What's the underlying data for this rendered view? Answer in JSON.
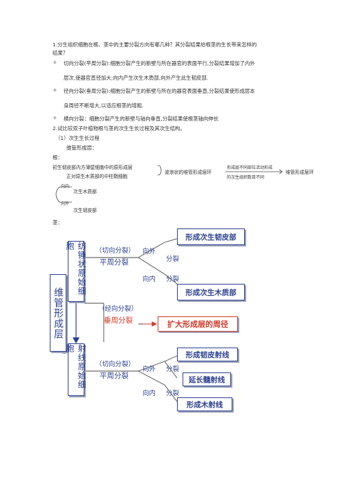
{
  "q1": {
    "line1": "1.分生组织细胞在根、茎中的主要分裂方向有哪几种？其分裂结果给根茎的生长带来怎样的",
    "line2": "结果？",
    "bullets": [
      {
        "symbol": "✧",
        "line1": "切向分裂(平周分裂):细胞分裂产生的新壁与所在器官的表面平行,分裂结果增加了内外",
        "line2": "层次,使器官直径加大;向内产生次生木质部,向外产生此生韧皮部."
      },
      {
        "symbol": "✧",
        "line1": "径向分裂(垂周分裂):细胞分裂产生的新壁与所在的器官表面垂直,分裂结果使形成层本",
        "line2": "身周径不断增大,以适应根茎的增粗."
      },
      {
        "symbol": "✧",
        "line1": "横向分裂：细胞分裂产生的新壁与轴向垂直,分裂结果使根茎轴向伸长",
        "line2": ""
      }
    ]
  },
  "q2": {
    "title": "2.试比较双子叶植物根与茎的次生生长过程及其次生结构。",
    "sub1": "（1）次生生长过程",
    "sub2": "维管形成层：",
    "root": {
      "label": "根：",
      "left_a": "初生韧皮部内方薄壁细胞中的原形成层",
      "left_b": "正对原生木质部的中柱鞘细胞",
      "middle": "波浪状的维管形成层环",
      "arrow_top": "形成层不同部位活动形成",
      "arrow_bottom": "的次生组织数目不同",
      "right": "维管形成层环",
      "inward": "向内",
      "inward_result": "次生木质部",
      "outward": "向外",
      "outward_result": "次生韧皮部"
    },
    "stem": {
      "label": "茎：",
      "main": "维管形成层",
      "fusiform": "纺锤状原始细胞",
      "ray": "射线原始细胞",
      "top_div_a": "（切向分裂）",
      "top_div_b": "平周分裂",
      "mid_div_a": "（经向分裂）",
      "mid_div_b": "垂周分裂",
      "bot_div_a": "（切向分裂）",
      "bot_div_b": "平周分裂",
      "out1": "向外",
      "split1": "分裂",
      "res1": "形成次生韧皮部",
      "in1": "向内",
      "split2": "分裂",
      "res2": "形成次生木质部",
      "res_mid": "扩大形成层的周径",
      "out2": "向外",
      "split3": "分裂",
      "res3": "形成韧皮射线",
      "res4": "延长髓射线",
      "in2": "向内",
      "split4": "分裂",
      "res5": "形成木射线"
    }
  }
}
